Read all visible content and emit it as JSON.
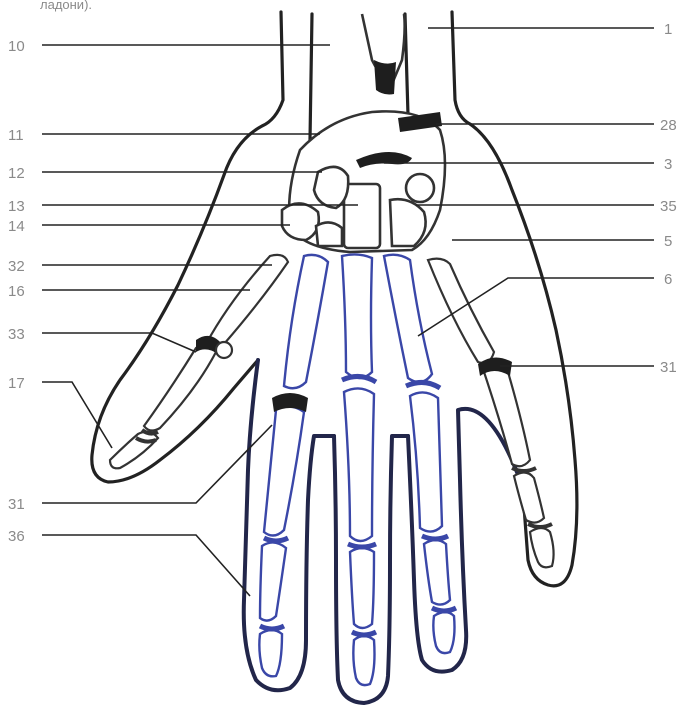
{
  "caption": "ладони).",
  "labels": {
    "l10": "10",
    "l11": "11",
    "l12": "12",
    "l13": "13",
    "l14": "14",
    "l32": "32",
    "l16": "16",
    "l33": "33",
    "l17": "17",
    "l31a": "31",
    "l36": "36",
    "r1": "1",
    "r28": "28",
    "r3": "3",
    "r35": "35",
    "r5": "5",
    "r6": "6",
    "r31": "31"
  },
  "colors": {
    "outline": "#222222",
    "highlight": "#3a47a8",
    "label": "#8a8a8a"
  }
}
